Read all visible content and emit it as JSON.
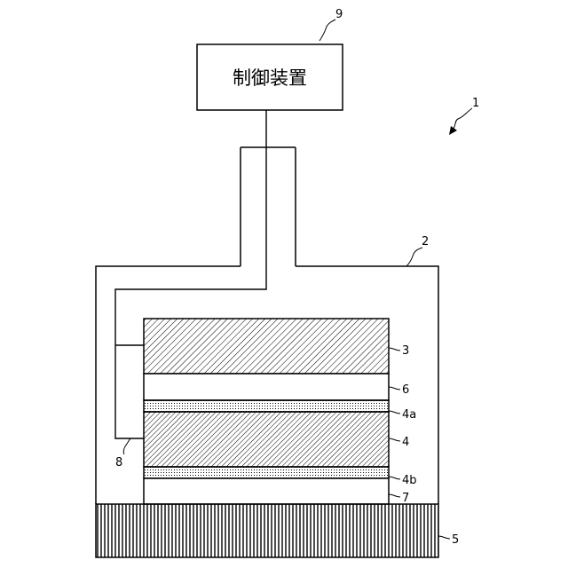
{
  "controller": {
    "text": "制御装置"
  },
  "labels": {
    "device": "1",
    "chamber": "2",
    "layer_3": "3",
    "layer_4": "4",
    "layer_4a": "4a",
    "layer_4b": "4b",
    "base_5": "5",
    "layer_6": "6",
    "layer_7": "7",
    "wire_8": "8",
    "controller_9": "9"
  }
}
